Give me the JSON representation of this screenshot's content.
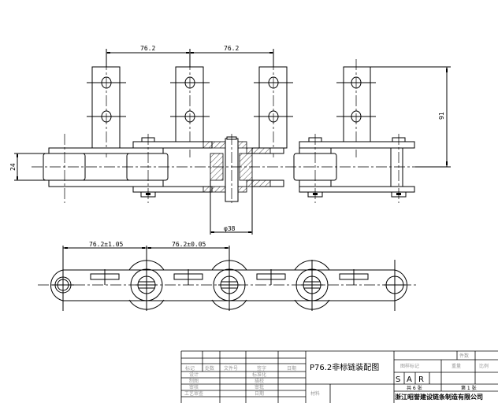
{
  "top_view": {
    "pitch_dim_1": "76.2",
    "pitch_dim_2": "76.2",
    "height_dim": "91",
    "roller_dim": "24",
    "diameter_dim": "φ38"
  },
  "side_view": {
    "pitch_dim_1": "76.2±1.05",
    "pitch_dim_2": "76.2±0.05"
  },
  "title_block": {
    "drawing_title": "P76.2非标链装配图",
    "header_labels": [
      "标记",
      "处数",
      "文件号",
      "签字",
      "日期"
    ],
    "rows": [
      {
        "left": "设计",
        "mid": "标准化"
      },
      {
        "left": "制图",
        "mid": "描校"
      },
      {
        "left": "审核",
        "mid": "审批"
      },
      {
        "left": "工艺审查",
        "mid": "日期"
      }
    ],
    "material_label": "材料",
    "quantity_label": "件数",
    "pattern_mark_label": "图样标记",
    "weight_label": "重量",
    "scale_label": "比例",
    "marks": [
      "S",
      "A",
      "R"
    ],
    "total_sheets": "共 6 张",
    "sheet_no": "第 1 张",
    "company": "浙江昭誉建设链条制造有限公司"
  }
}
